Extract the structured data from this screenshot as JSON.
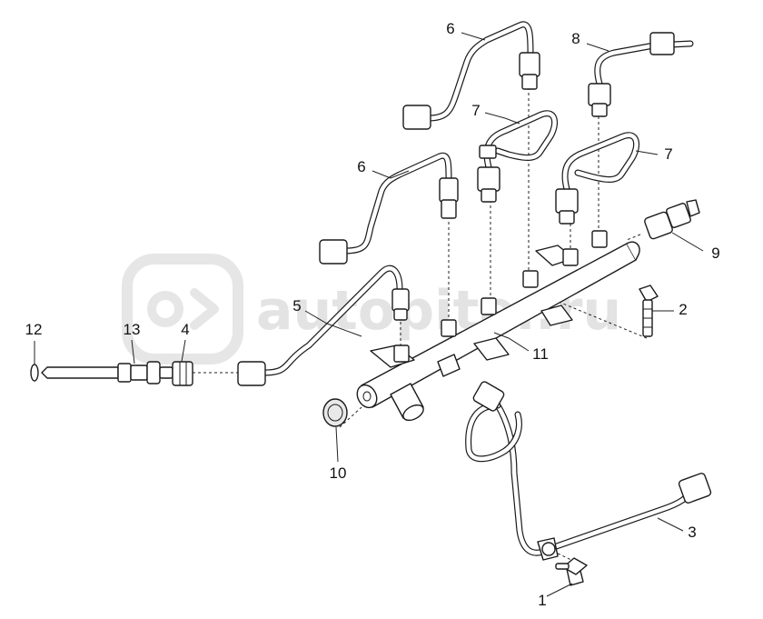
{
  "watermark": {
    "text": "autopiter.ru",
    "logo_icon": "autopiter-logo-icon"
  },
  "callouts": [
    {
      "id": "c1",
      "label": "1"
    },
    {
      "id": "c2",
      "label": "2"
    },
    {
      "id": "c3",
      "label": "3"
    },
    {
      "id": "c4",
      "label": "4"
    },
    {
      "id": "c5",
      "label": "5"
    },
    {
      "id": "c6a",
      "label": "6"
    },
    {
      "id": "c6b",
      "label": "6"
    },
    {
      "id": "c7a",
      "label": "7"
    },
    {
      "id": "c7b",
      "label": "7"
    },
    {
      "id": "c8",
      "label": "8"
    },
    {
      "id": "c9",
      "label": "9"
    },
    {
      "id": "c10",
      "label": "10"
    },
    {
      "id": "c11",
      "label": "11"
    },
    {
      "id": "c12",
      "label": "12"
    },
    {
      "id": "c13",
      "label": "13"
    }
  ],
  "colors": {
    "line": "#1a1a1a",
    "background": "#ffffff",
    "watermark": "#e3e3e3"
  }
}
